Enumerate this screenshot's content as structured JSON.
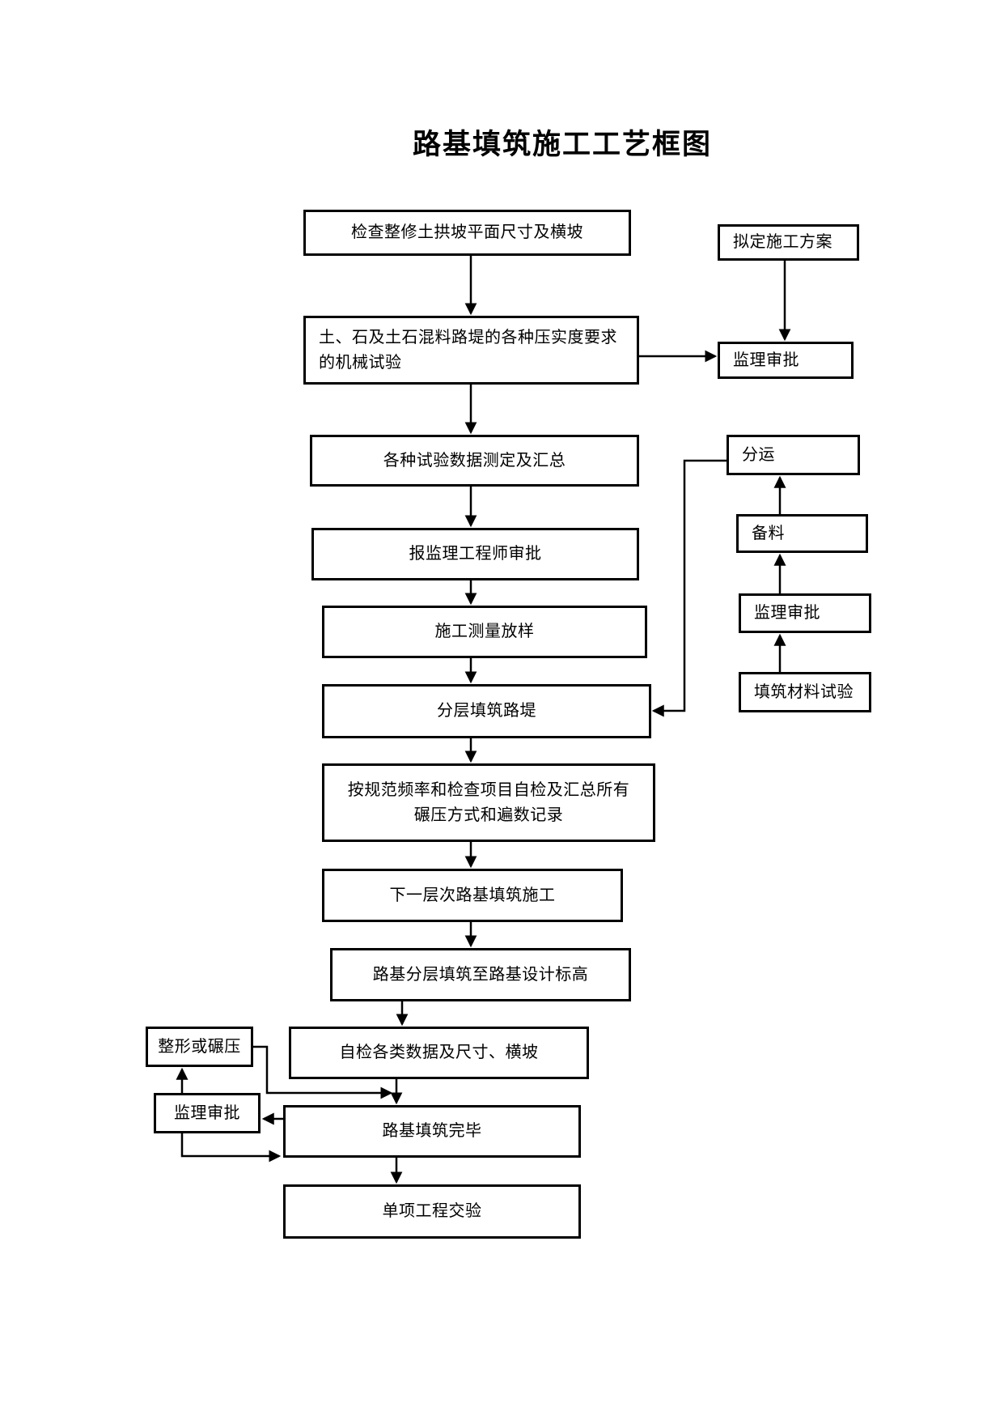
{
  "title": "路基填筑施工工艺框图",
  "colors": {
    "background": "#ffffff",
    "box_border": "#000000",
    "line": "#000000",
    "text": "#000000"
  },
  "nodes": {
    "main": {
      "check_slope": {
        "label": "检查整修土拱坡平面尺寸及横坡"
      },
      "compaction_test": {
        "label": "土、石及土石混料路堤的各种压实度要求\n的机械试验"
      },
      "data_summary": {
        "label": "各种试验数据测定及汇总"
      },
      "report_supervisor": {
        "label": "报监理工程师审批"
      },
      "survey_layout": {
        "label": "施工测量放样"
      },
      "layered_filling": {
        "label": "分层填筑路堤"
      },
      "self_check_records": {
        "label": "按规范频率和检查项目自检及汇总所有\n碾压方式和遍数记录"
      },
      "next_layer": {
        "label": "下一层次路基填筑施工"
      },
      "fill_to_design": {
        "label": "路基分层填筑至路基设计标高"
      },
      "self_check_dims": {
        "label": "自检各类数据及尺寸、横坡"
      },
      "filling_complete": {
        "label": "路基填筑完毕"
      },
      "handover": {
        "label": "单项工程交验"
      }
    },
    "right": {
      "plan": {
        "label": "拟定施工方案"
      },
      "supervisor_approval_top": {
        "label": "监理审批"
      },
      "transport": {
        "label": "分运"
      },
      "material_prep": {
        "label": "备料"
      },
      "supervisor_approval_mid": {
        "label": "监理审批"
      },
      "material_test": {
        "label": "填筑材料试验"
      }
    },
    "left": {
      "reshape_compact": {
        "label": "整形或碾压"
      },
      "supervisor_approval_left": {
        "label": "监理审批"
      }
    }
  }
}
